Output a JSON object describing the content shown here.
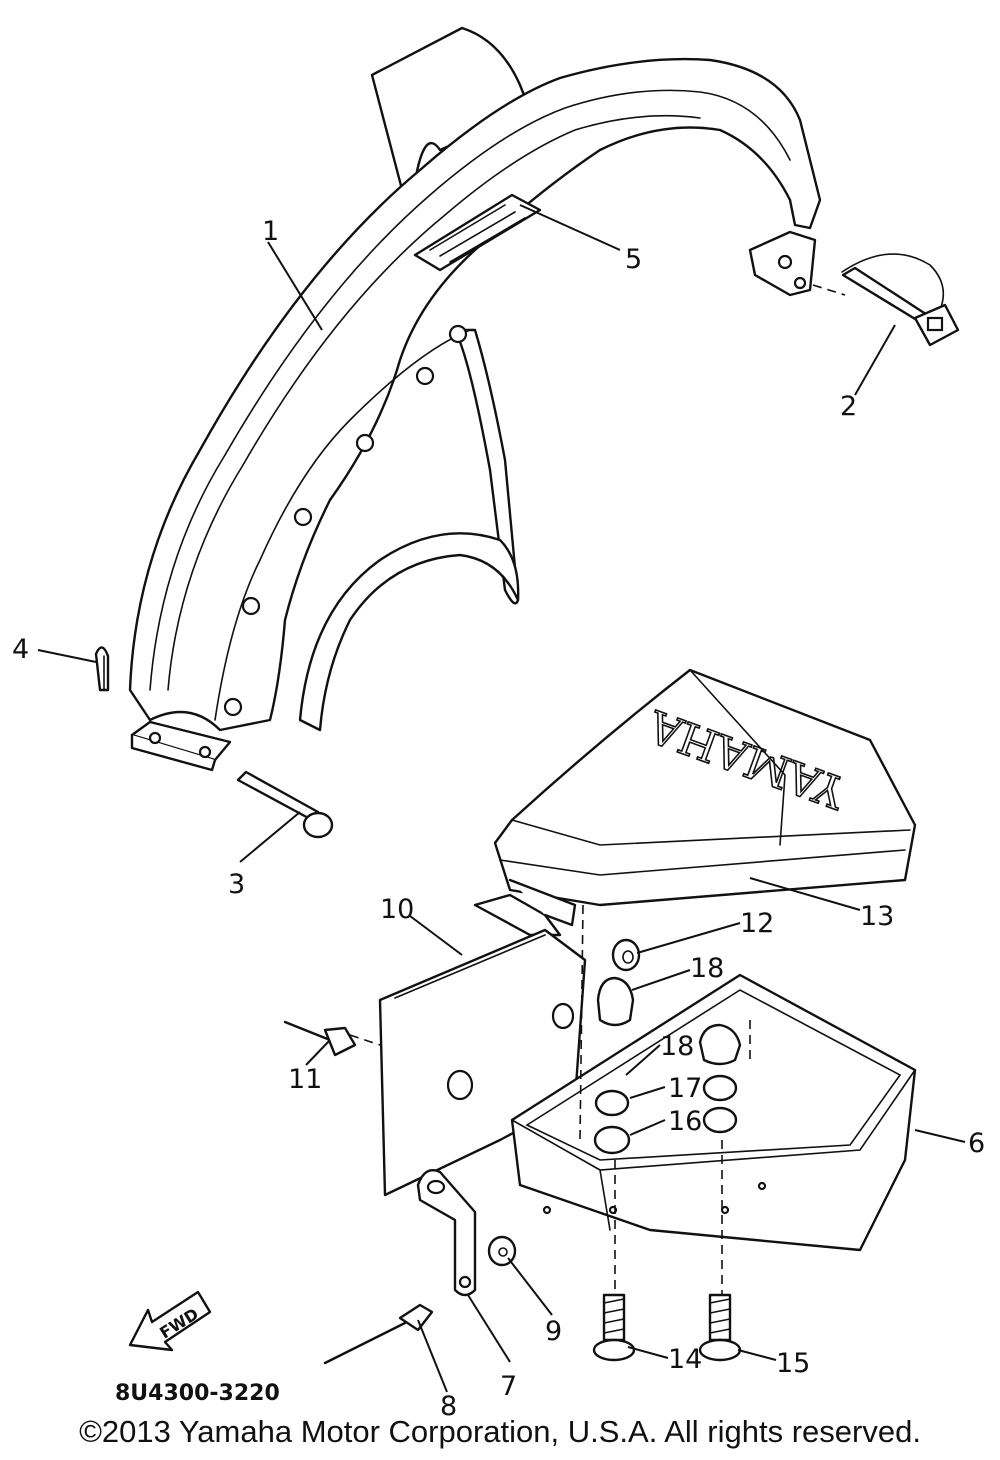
{
  "parts": [
    {
      "id": "1",
      "label": "1"
    },
    {
      "id": "2",
      "label": "2"
    },
    {
      "id": "3",
      "label": "3"
    },
    {
      "id": "4",
      "label": "4"
    },
    {
      "id": "5",
      "label": "5"
    },
    {
      "id": "6",
      "label": "6"
    },
    {
      "id": "7",
      "label": "7"
    },
    {
      "id": "8",
      "label": "8"
    },
    {
      "id": "9",
      "label": "9"
    },
    {
      "id": "10",
      "label": "10"
    },
    {
      "id": "11",
      "label": "11"
    },
    {
      "id": "12",
      "label": "12"
    },
    {
      "id": "13",
      "label": "13"
    },
    {
      "id": "14",
      "label": "14"
    },
    {
      "id": "15",
      "label": "15"
    },
    {
      "id": "16",
      "label": "16"
    },
    {
      "id": "17",
      "label": "17"
    },
    {
      "id": "18a",
      "label": "18"
    },
    {
      "id": "18b",
      "label": "18"
    }
  ],
  "cover_logo_text": "YAMAHA",
  "fwd_arrow_text": "FWD",
  "reference_code": "8U4300-3220",
  "copyright": "©2013 Yamaha Motor Corporation, U.S.A. All rights reserved."
}
